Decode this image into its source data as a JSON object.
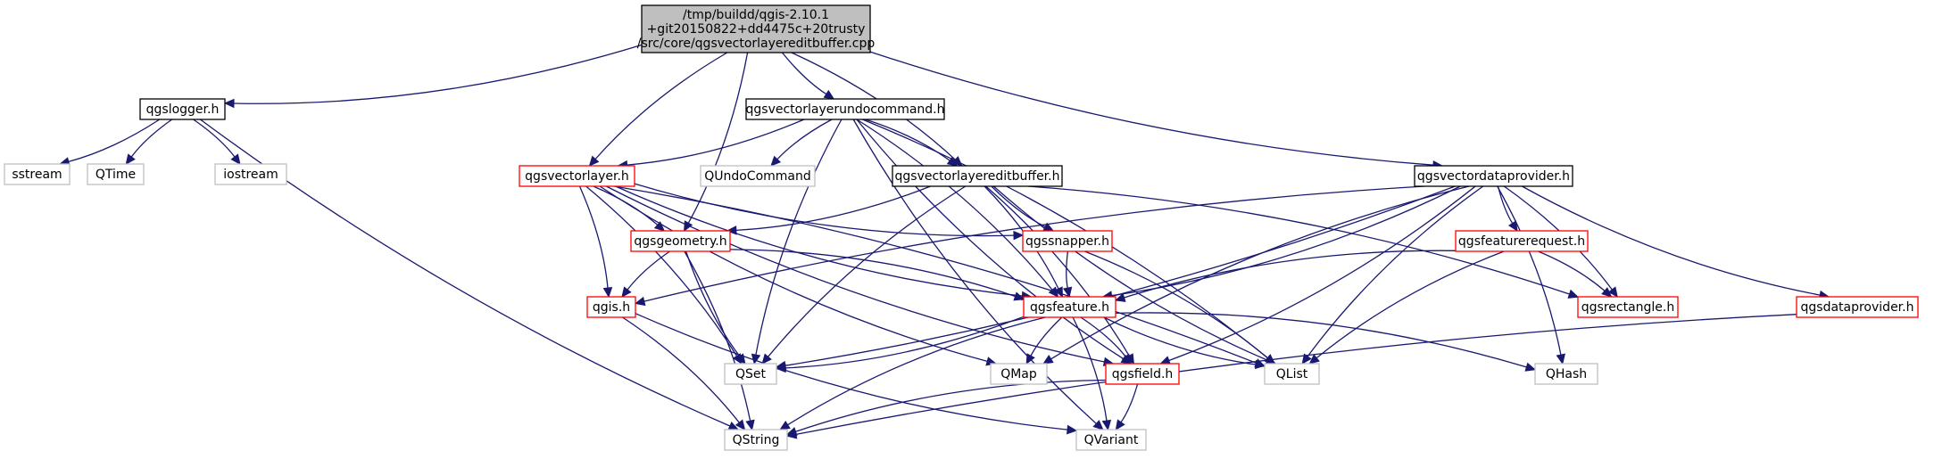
{
  "colors": {
    "root_fill": "#bfbfbf",
    "root_border": "#000000",
    "doc_border": "#000000",
    "incomplete_border": "#ff0000",
    "external_border": "#bfbfbf",
    "external_text": "#000000",
    "edge": "#191970"
  },
  "nodes": [
    {
      "id": "root",
      "lines": [
        "/tmp/buildd/qgis-2.10.1",
        "+git20150822+dd4475c+20trusty",
        "/src/core/qgsvectorlayereditbuffer.cpp"
      ],
      "style": "root"
    },
    {
      "id": "qgslogger",
      "lines": [
        "qgslogger.h"
      ],
      "style": "doc"
    },
    {
      "id": "undocmd",
      "lines": [
        "qgsvectorlayerundocommand.h"
      ],
      "style": "doc"
    },
    {
      "id": "sstream",
      "lines": [
        "sstream"
      ],
      "style": "external"
    },
    {
      "id": "qtime",
      "lines": [
        "QTime"
      ],
      "style": "external"
    },
    {
      "id": "iostream",
      "lines": [
        "iostream"
      ],
      "style": "external"
    },
    {
      "id": "qgsvectorlayer",
      "lines": [
        "qgsvectorlayer.h"
      ],
      "style": "incomplete"
    },
    {
      "id": "qundocommand",
      "lines": [
        "QUndoCommand"
      ],
      "style": "external"
    },
    {
      "id": "editbuffer",
      "lines": [
        "qgsvectorlayereditbuffer.h"
      ],
      "style": "doc"
    },
    {
      "id": "dataprovider",
      "lines": [
        "qgsvectordataprovider.h"
      ],
      "style": "doc"
    },
    {
      "id": "qgsgeometry",
      "lines": [
        "qgsgeometry.h"
      ],
      "style": "incomplete"
    },
    {
      "id": "qgssnapper",
      "lines": [
        "qgssnapper.h"
      ],
      "style": "incomplete"
    },
    {
      "id": "featurerequest",
      "lines": [
        "qgsfeaturerequest.h"
      ],
      "style": "incomplete"
    },
    {
      "id": "qgis",
      "lines": [
        "qgis.h"
      ],
      "style": "incomplete"
    },
    {
      "id": "qgsfeature",
      "lines": [
        "qgsfeature.h"
      ],
      "style": "incomplete"
    },
    {
      "id": "qgsrectangle",
      "lines": [
        "qgsrectangle.h"
      ],
      "style": "incomplete"
    },
    {
      "id": "qgsdataprov",
      "lines": [
        "qgsdataprovider.h"
      ],
      "style": "incomplete"
    },
    {
      "id": "qset",
      "lines": [
        "QSet"
      ],
      "style": "external"
    },
    {
      "id": "qmap",
      "lines": [
        "QMap"
      ],
      "style": "external"
    },
    {
      "id": "qgsfield",
      "lines": [
        "qgsfield.h"
      ],
      "style": "incomplete"
    },
    {
      "id": "qlist",
      "lines": [
        "QList"
      ],
      "style": "external"
    },
    {
      "id": "qhash",
      "lines": [
        "QHash"
      ],
      "style": "external"
    },
    {
      "id": "qstring",
      "lines": [
        "QString"
      ],
      "style": "external"
    },
    {
      "id": "qvariant",
      "lines": [
        "QVariant"
      ],
      "style": "external"
    }
  ],
  "edges": [
    [
      "root",
      "qgslogger"
    ],
    [
      "root",
      "qgsvectorlayer"
    ],
    [
      "root",
      "qgsgeometry"
    ],
    [
      "root",
      "undocmd"
    ],
    [
      "root",
      "editbuffer"
    ],
    [
      "root",
      "dataprovider"
    ],
    [
      "qgslogger",
      "sstream"
    ],
    [
      "qgslogger",
      "qtime"
    ],
    [
      "qgslogger",
      "iostream"
    ],
    [
      "qgslogger",
      "qstring"
    ],
    [
      "undocmd",
      "qgsvectorlayer"
    ],
    [
      "undocmd",
      "qundocommand"
    ],
    [
      "undocmd",
      "editbuffer"
    ],
    [
      "undocmd",
      "qset"
    ],
    [
      "undocmd",
      "qgsfeature"
    ],
    [
      "undocmd",
      "qgsfield"
    ],
    [
      "undocmd",
      "qlist"
    ],
    [
      "undocmd",
      "qvariant"
    ],
    [
      "qgsvectorlayer",
      "qgsgeometry"
    ],
    [
      "qgsvectorlayer",
      "qgssnapper"
    ],
    [
      "qgsvectorlayer",
      "qgis"
    ],
    [
      "qgsvectorlayer",
      "qgsfeature"
    ],
    [
      "qgsvectorlayer",
      "qset"
    ],
    [
      "qgsvectorlayer",
      "qmap"
    ],
    [
      "qgsvectorlayer",
      "qlist"
    ],
    [
      "qgsvectorlayer",
      "qgsfield"
    ],
    [
      "editbuffer",
      "qgsgeometry"
    ],
    [
      "editbuffer",
      "qgssnapper"
    ],
    [
      "editbuffer",
      "qgsfeature"
    ],
    [
      "editbuffer",
      "qset"
    ],
    [
      "editbuffer",
      "qgsfield"
    ],
    [
      "editbuffer",
      "qlist"
    ],
    [
      "editbuffer",
      "qgsrectangle"
    ],
    [
      "dataprovider",
      "qgis"
    ],
    [
      "dataprovider",
      "qgsfeature"
    ],
    [
      "dataprovider",
      "featurerequest"
    ],
    [
      "dataprovider",
      "qgsrectangle"
    ],
    [
      "dataprovider",
      "qgsdataprov"
    ],
    [
      "dataprovider",
      "qset"
    ],
    [
      "dataprovider",
      "qmap"
    ],
    [
      "dataprovider",
      "qgsfield"
    ],
    [
      "dataprovider",
      "qlist"
    ],
    [
      "dataprovider",
      "qhash"
    ],
    [
      "qgsgeometry",
      "qgis"
    ],
    [
      "qgsgeometry",
      "qgsfeature"
    ],
    [
      "qgsgeometry",
      "qset"
    ],
    [
      "qgsgeometry",
      "qstring"
    ],
    [
      "qgssnapper",
      "qgsfeature"
    ],
    [
      "qgssnapper",
      "qlist"
    ],
    [
      "featurerequest",
      "qgsfeature"
    ],
    [
      "featurerequest",
      "qgsrectangle"
    ],
    [
      "featurerequest",
      "qlist"
    ],
    [
      "qgis",
      "qstring"
    ],
    [
      "qgis",
      "qvariant"
    ],
    [
      "qgsfeature",
      "qset"
    ],
    [
      "qgsfeature",
      "qmap"
    ],
    [
      "qgsfeature",
      "qgsfield"
    ],
    [
      "qgsfeature",
      "qlist"
    ],
    [
      "qgsfeature",
      "qhash"
    ],
    [
      "qgsfeature",
      "qstring"
    ],
    [
      "qgsfeature",
      "qvariant"
    ],
    [
      "qgsfield",
      "qstring"
    ],
    [
      "qgsfield",
      "qvariant"
    ],
    [
      "qgsdataprov",
      "qstring"
    ]
  ]
}
